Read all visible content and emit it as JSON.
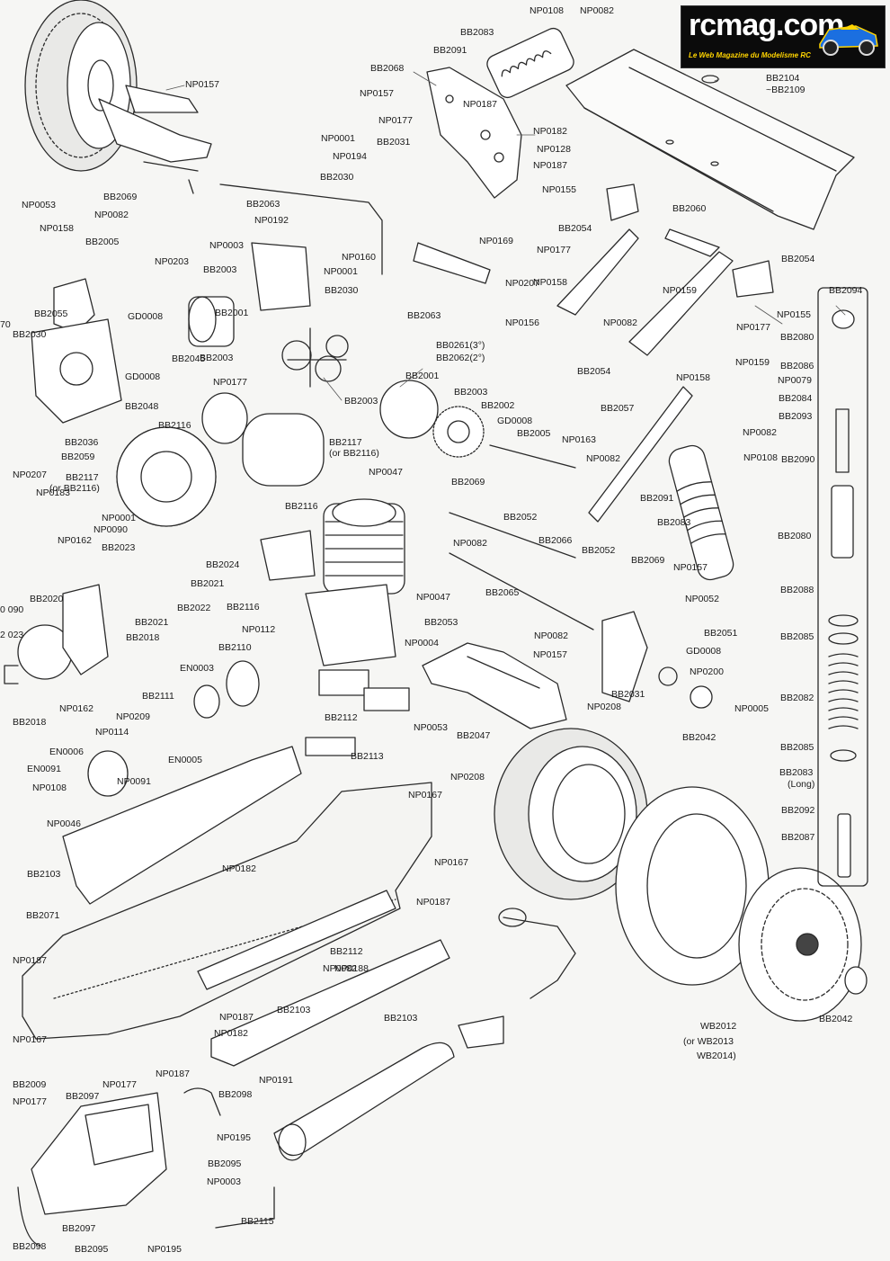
{
  "logo": {
    "name": "rcmag.com",
    "tagline": "Le Web Magazine du Modelisme RC"
  },
  "callouts": [
    {
      "text": "NP0108"
    },
    {
      "text": "NP0082"
    },
    {
      "text": "BB2083"
    },
    {
      "text": "BB2091"
    },
    {
      "text": "BB2068"
    },
    {
      "text": "NP0157"
    },
    {
      "text": "NP0187"
    },
    {
      "text": "NP0177"
    },
    {
      "text": "NP0182"
    },
    {
      "text": "NP0128"
    },
    {
      "text": "NP0187"
    },
    {
      "text": "NP0155"
    },
    {
      "text": "BB2104"
    },
    {
      "text": "~BB2109"
    },
    {
      "text": "NP0157"
    },
    {
      "text": "NP0001"
    },
    {
      "text": "BB2031"
    },
    {
      "text": "NP0194"
    },
    {
      "text": "BB2030"
    },
    {
      "text": "NP0053"
    },
    {
      "text": "BB2069"
    },
    {
      "text": "NP0082"
    },
    {
      "text": "BB2063"
    },
    {
      "text": "NP0192"
    },
    {
      "text": "BB2060"
    },
    {
      "text": "BB2054"
    },
    {
      "text": "NP0169"
    },
    {
      "text": "NP0177"
    },
    {
      "text": "BB2054"
    },
    {
      "text": "NP0158"
    },
    {
      "text": "BB2005"
    },
    {
      "text": "NP0003"
    },
    {
      "text": "BB2003"
    },
    {
      "text": "NP0160"
    },
    {
      "text": "NP0001"
    },
    {
      "text": "NP0203"
    },
    {
      "text": "BB2030"
    },
    {
      "text": "NP0207"
    },
    {
      "text": "NP0158"
    },
    {
      "text": "NP0159"
    },
    {
      "text": "BB2094"
    },
    {
      "text": "BB2055"
    },
    {
      "text": "GD0008"
    },
    {
      "text": "BB2001"
    },
    {
      "text": "BB2063"
    },
    {
      "text": "NP0156"
    },
    {
      "text": "NP0082"
    },
    {
      "text": "NP0155"
    },
    {
      "text": "BB2030"
    },
    {
      "text": "BB2003"
    },
    {
      "text": "BB0261(3°)"
    },
    {
      "text": "BB2062(2°)"
    },
    {
      "text": "NP0177"
    },
    {
      "text": "BB2080"
    },
    {
      "text": "GD0008"
    },
    {
      "text": "BB2045"
    },
    {
      "text": "NP0159"
    },
    {
      "text": "BB2086"
    },
    {
      "text": "BB2054"
    },
    {
      "text": "NP0158"
    },
    {
      "text": "NP0079"
    },
    {
      "text": "NP0177"
    },
    {
      "text": "BB2001"
    },
    {
      "text": "BB2084"
    },
    {
      "text": "BB2048"
    },
    {
      "text": "BB2003"
    },
    {
      "text": "BB2057"
    },
    {
      "text": "BB2003"
    },
    {
      "text": "BB2093"
    },
    {
      "text": "BB2002"
    },
    {
      "text": "BB2116"
    },
    {
      "text": "GD0008"
    },
    {
      "text": "NP0082"
    },
    {
      "text": "BB2036"
    },
    {
      "text": "BB2117"
    },
    {
      "text": "(or BB2116)"
    },
    {
      "text": "BB2005"
    },
    {
      "text": "NP0163"
    },
    {
      "text": "NP0108"
    },
    {
      "text": "BB2090"
    },
    {
      "text": "BB2059"
    },
    {
      "text": "NP0047"
    },
    {
      "text": "NP0082"
    },
    {
      "text": "NP0207"
    },
    {
      "text": "BB2117"
    },
    {
      "text": "(or BB2116)"
    },
    {
      "text": "BB2069"
    },
    {
      "text": "BB2091"
    },
    {
      "text": "BB2116"
    },
    {
      "text": "BB2052"
    },
    {
      "text": "BB2083"
    },
    {
      "text": "BB2080"
    },
    {
      "text": "NP0001"
    },
    {
      "text": "NP0090"
    },
    {
      "text": "NP0162"
    },
    {
      "text": "NP0082"
    },
    {
      "text": "BB2066"
    },
    {
      "text": "BB2023"
    },
    {
      "text": "BB2052"
    },
    {
      "text": "BB2069"
    },
    {
      "text": "BB2024"
    },
    {
      "text": "NP0157"
    },
    {
      "text": "BB2021"
    },
    {
      "text": "BB2065"
    },
    {
      "text": "NP0047"
    },
    {
      "text": "NP0052"
    },
    {
      "text": "BB2088"
    },
    {
      "text": "BB2020"
    },
    {
      "text": "BB2022"
    },
    {
      "text": "BB2116"
    },
    {
      "text": "BB2021"
    },
    {
      "text": "BB2053"
    },
    {
      "text": "NP0082"
    },
    {
      "text": "BB2051"
    },
    {
      "text": "BB2018"
    },
    {
      "text": "NP0112"
    },
    {
      "text": "NP0004"
    },
    {
      "text": "NP0157"
    },
    {
      "text": "GD0008"
    },
    {
      "text": "BB2085"
    },
    {
      "text": "BB2110"
    },
    {
      "text": "EN0003"
    },
    {
      "text": "NP0200"
    },
    {
      "text": "BB2031"
    },
    {
      "text": "BB2111"
    },
    {
      "text": "NP0208"
    },
    {
      "text": "BB2082"
    },
    {
      "text": "NP0162"
    },
    {
      "text": "NP0005"
    },
    {
      "text": "BB2018"
    },
    {
      "text": "NP0209"
    },
    {
      "text": "BB2112"
    },
    {
      "text": "NP0114"
    },
    {
      "text": "NP0053"
    },
    {
      "text": "BB2042"
    },
    {
      "text": "BB2047"
    },
    {
      "text": "EN0005"
    },
    {
      "text": "EN0006"
    },
    {
      "text": "BB2113"
    },
    {
      "text": "BB2085"
    },
    {
      "text": "EN0091"
    },
    {
      "text": "NP0091"
    },
    {
      "text": "NP0208"
    },
    {
      "text": "BB2083"
    },
    {
      "text": "(Long)"
    },
    {
      "text": "NP0108"
    },
    {
      "text": "NP0167"
    },
    {
      "text": "NP0046"
    },
    {
      "text": "BB2092"
    },
    {
      "text": "BB2087"
    },
    {
      "text": "BB2103"
    },
    {
      "text": "NP0182"
    },
    {
      "text": "NP0167"
    },
    {
      "text": "BB2071"
    },
    {
      "text": "NP0187"
    },
    {
      "text": "NP0187"
    },
    {
      "text": "BB2112"
    },
    {
      "text": "NP0188"
    },
    {
      "text": "NP0082"
    },
    {
      "text": "BB2103"
    },
    {
      "text": "BB2103"
    },
    {
      "text": "NP0187"
    },
    {
      "text": "NP0182"
    },
    {
      "text": "WB2012"
    },
    {
      "text": "(or WB2013"
    },
    {
      "text": "WB2014)"
    },
    {
      "text": "BB2042"
    },
    {
      "text": "NP0167"
    },
    {
      "text": "NP0187"
    },
    {
      "text": "BB2009"
    },
    {
      "text": "NP0177"
    },
    {
      "text": "NP0191"
    },
    {
      "text": "BB2098"
    },
    {
      "text": "NP0177"
    },
    {
      "text": "BB2097"
    },
    {
      "text": "NP0195"
    },
    {
      "text": "BB2095"
    },
    {
      "text": "NP0003"
    },
    {
      "text": "BB2097"
    },
    {
      "text": "BB2115"
    },
    {
      "text": "BB2095"
    },
    {
      "text": "NP0195"
    },
    {
      "text": "BB2098"
    },
    {
      "text": "NP0183"
    },
    {
      "text": "70"
    },
    {
      "text": "0 090"
    },
    {
      "text": "2 023"
    }
  ]
}
